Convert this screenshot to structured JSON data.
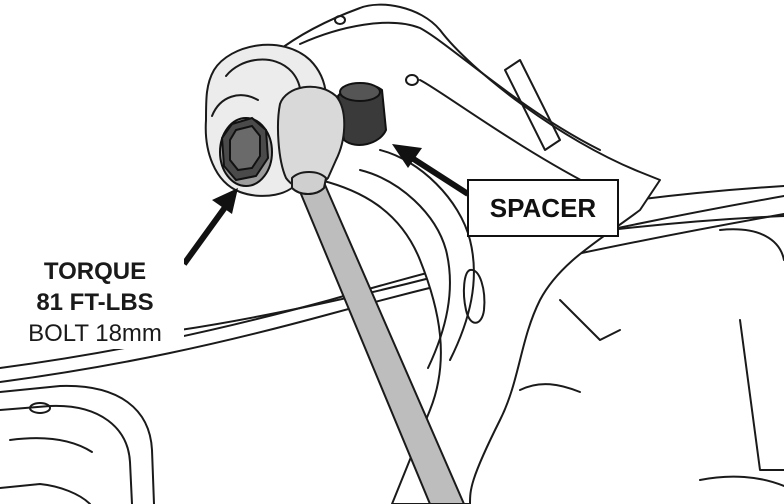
{
  "diagram": {
    "callout_torque": {
      "line1": "TORQUE",
      "line2": "81 FT-LBS",
      "line3": "BOLT 18mm"
    },
    "callout_spacer": {
      "label": "SPACER"
    },
    "colors": {
      "line": "#1a1a1a",
      "metal_light": "#e6e6e6",
      "bar": "#bdbdbd",
      "spacer": "#3a3a3a",
      "background": "#ffffff"
    }
  }
}
